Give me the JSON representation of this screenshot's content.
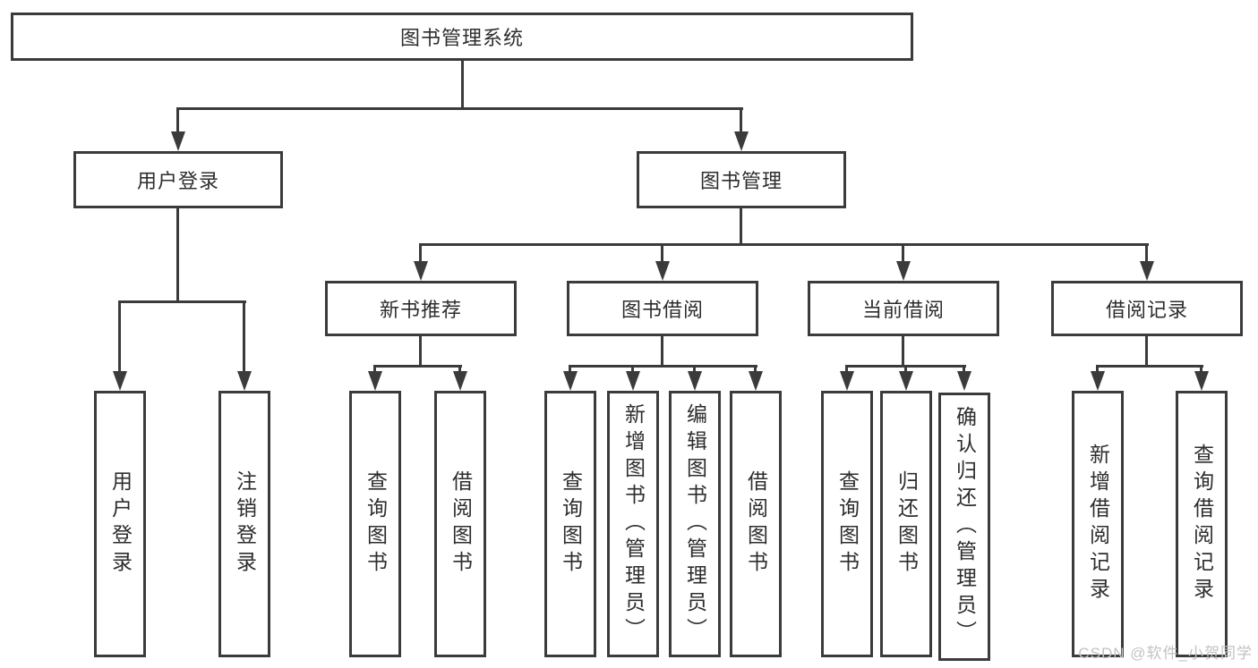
{
  "nodes": {
    "root": "图书管理系统",
    "user_login": "用户登录",
    "book_management": "图书管理",
    "new_book_recommend": "新书推荐",
    "book_borrowing": "图书借阅",
    "current_borrowing": "当前借阅",
    "borrow_records": "借阅记录",
    "user_login_child": "用户登录",
    "logout": "注销登录",
    "recommend_query_books": "查询图书",
    "recommend_borrow_books": "借阅图书",
    "borrowing_query_books": "查询图书",
    "borrowing_add_books_admin": "新增图书（管理员）",
    "borrowing_edit_books_admin": "编辑图书（管理员）",
    "borrowing_borrow_books": "借阅图书",
    "current_query_books": "查询图书",
    "current_return_books": "归还图书",
    "current_confirm_return_admin": "确认归还（管理员）",
    "records_add_record": "新增借阅记录",
    "records_query_record": "查询借阅记录"
  },
  "watermark": "CSDN @软件_小贺同学"
}
